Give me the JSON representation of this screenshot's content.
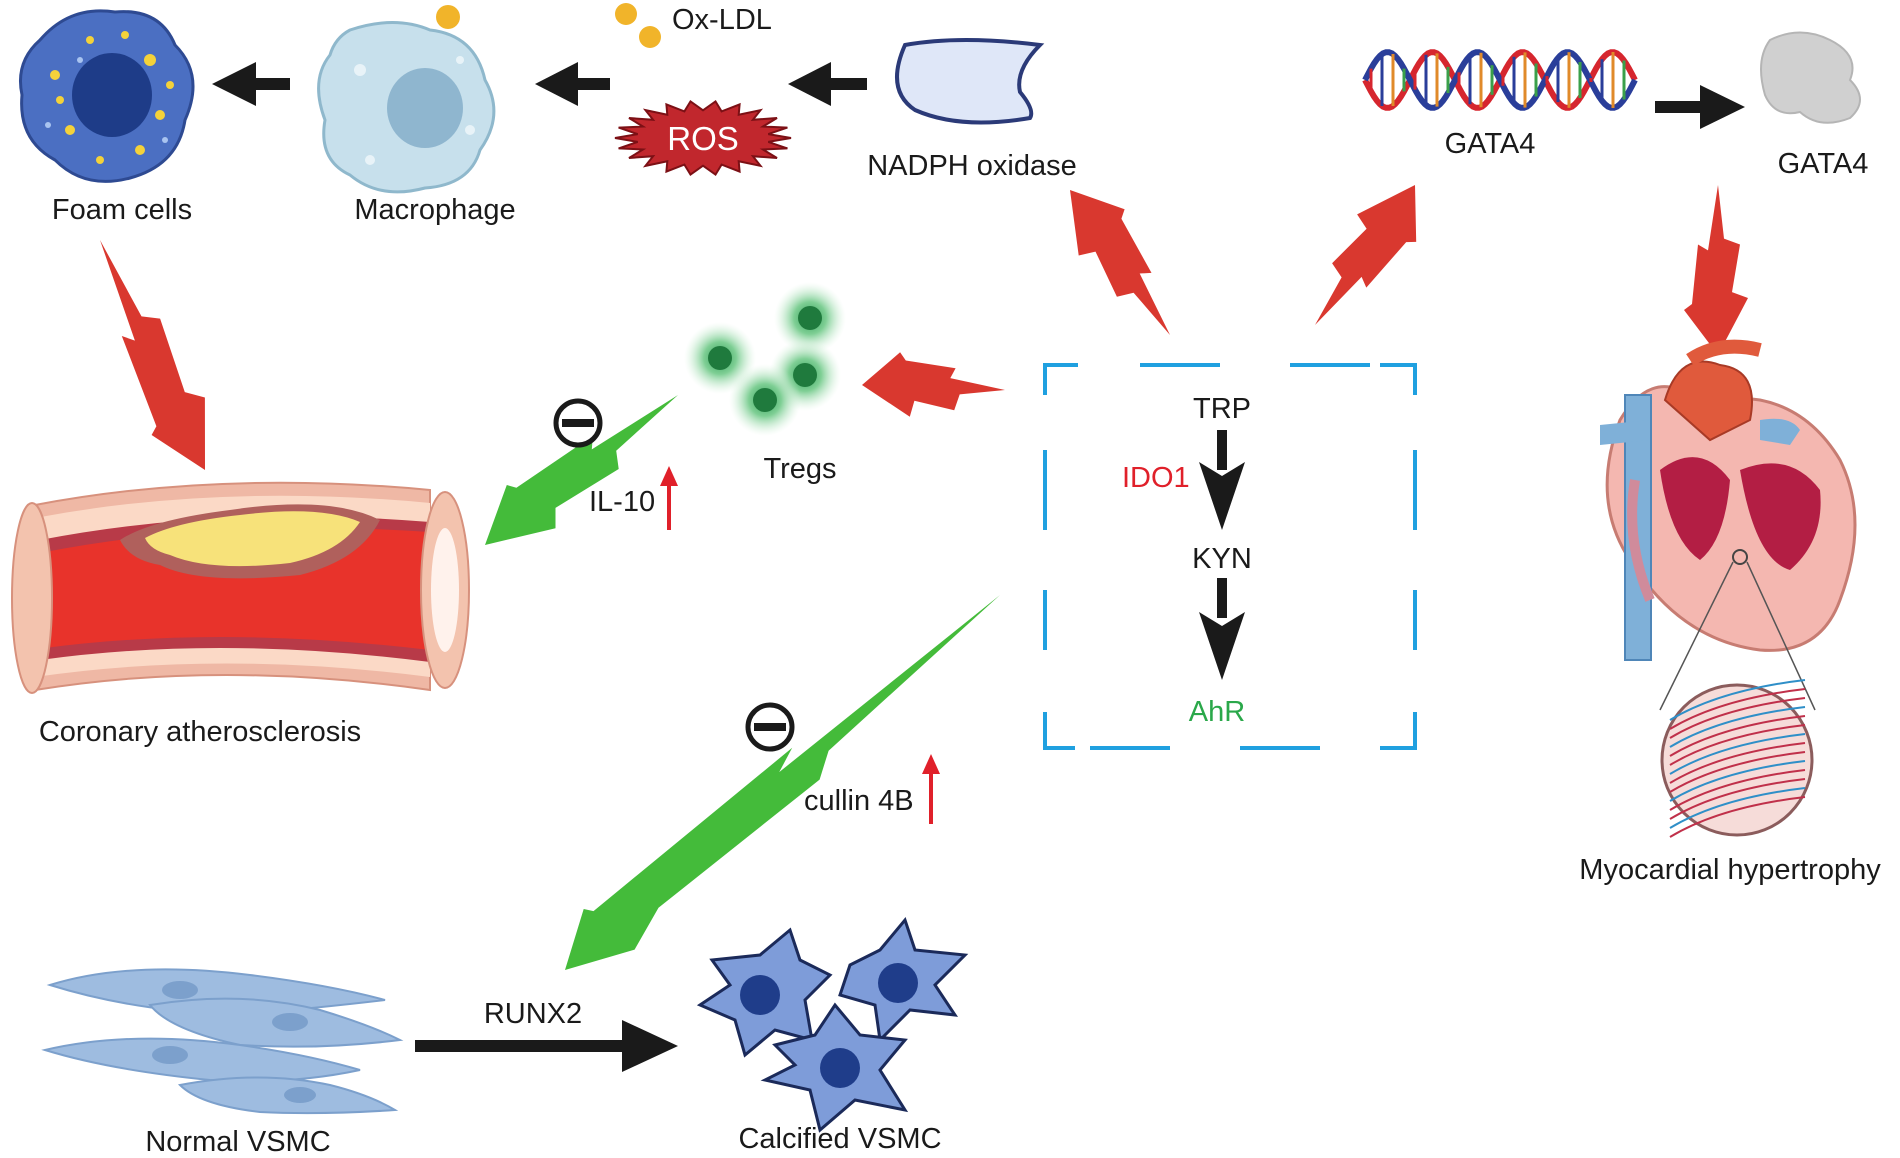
{
  "labels": {
    "foam_cells": "Foam cells",
    "macrophage": "Macrophage",
    "ox_ldl": "Ox-LDL",
    "ros": "ROS",
    "nadph_oxidase": "NADPH oxidase",
    "gata4_gene": "GATA4",
    "gata4_protein": "GATA4",
    "tregs": "Tregs",
    "il10": "IL-10",
    "coronary": "Coronary atherosclerosis",
    "cullin": "cullin 4B",
    "runx2": "RUNX2",
    "normal_vsmc": "Normal VSMC",
    "calcified_vsmc": "Calcified VSMC",
    "myocardial": "Myocardial hypertrophy"
  },
  "pathway": {
    "trp": "TRP",
    "ido1": "IDO1",
    "kyn": "KYN",
    "ahr": "AhR"
  },
  "colors": {
    "promote_arrow": "#d9382f",
    "inhibit_arrow": "#44bb3a",
    "flow_arrow": "#1a1a1a",
    "dashed_box": "#1fa0e0",
    "ido1_text": "#e0202a",
    "ahr_text": "#2aa84a",
    "up_arrow": "#e0202a"
  },
  "icons": {
    "inhibit_symbol": "minus-circle-icon",
    "upregulation": "up-arrow-icon"
  }
}
